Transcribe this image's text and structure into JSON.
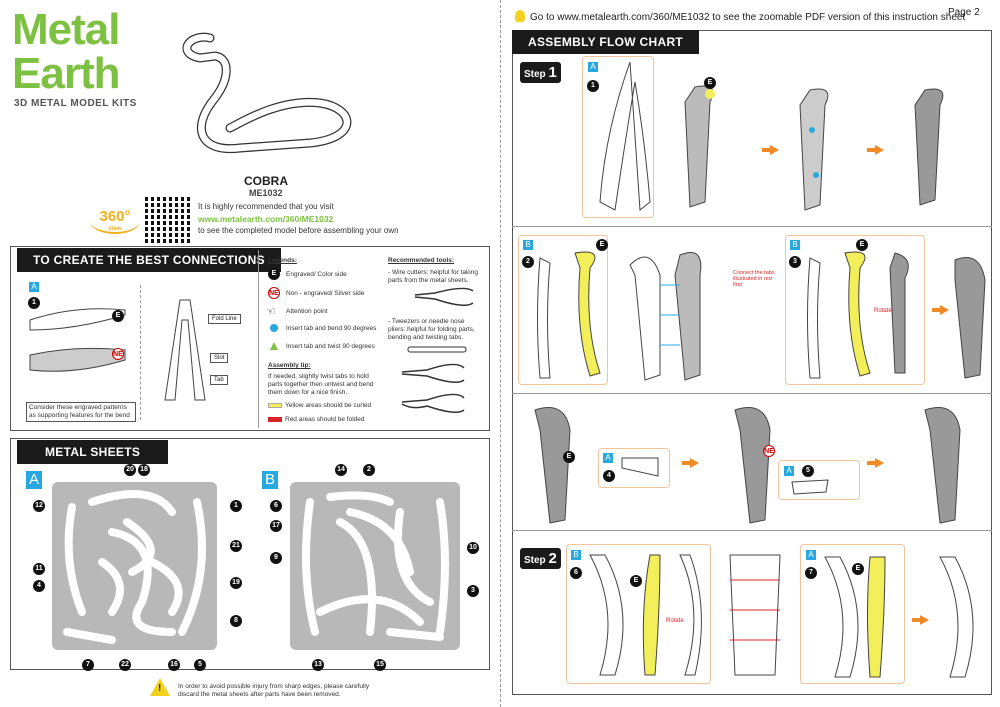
{
  "brand": {
    "line1": "Metal",
    "line2": "Earth",
    "tagline": "3D METAL MODEL KITS",
    "badge_360": "360°",
    "badge_view": "view"
  },
  "model": {
    "name": "COBRA",
    "code": "ME1032",
    "visit_text": "It is highly recommended that you visit",
    "url": "www.metalearth.com/360/ME1032",
    "after_text": "to see the completed model before assembling your own"
  },
  "connections": {
    "title": "TO CREATE THE BEST CONNECTIONS",
    "label_a": "A",
    "num_1": "1",
    "e": "E",
    "ne": "NE",
    "note": "Consider these engraved patterns as supporting features for the bend",
    "fold_line": "Fold Line",
    "slot": "Slot",
    "tab": "Tab",
    "legends_title": "Legends:",
    "legend": [
      "Engraved/ Color side",
      "Non - engraved/ Silver side",
      "Attention point",
      "Insert tab and bend 90 degrees",
      "Insert tab and twist 90 degrees"
    ],
    "tip_title": "Assembly tip:",
    "tip_text": "If needed, slightly twist tabs to hold parts together then untwist and bend them down for a nice finish.",
    "yellow": "Yellow areas should be curled",
    "red": "Red areas should be folded",
    "tools_title": "Recommended tools:",
    "tool1": "- Wire cutters: helpful for taking parts from the metal sheets.",
    "tool2": "- Tweezers or needle nose pliers: helpful for folding parts, bending and twisting tabs."
  },
  "sheets": {
    "title": "METAL SHEETS",
    "a": "A",
    "b": "B",
    "a_nums": [
      "20",
      "18",
      "12",
      "1",
      "21",
      "11",
      "4",
      "19",
      "8",
      "7",
      "22",
      "16",
      "5"
    ],
    "b_nums": [
      "14",
      "2",
      "6",
      "17",
      "10",
      "9",
      "3",
      "13",
      "15"
    ]
  },
  "warning": "In order to avoid possible injury from sharp edges, please carefully discard the metal sheets after parts have been removed.",
  "right": {
    "goto": "Go to www.metalearth.com/360/ME1032 to see the zoomable PDF version of this instruction sheet",
    "page": "Page 2",
    "flow_title": "ASSEMBLY FLOW CHART",
    "step_word": "Step",
    "step1": "1",
    "step2": "2",
    "connect_note": "Connect the tabs illustrated in red first",
    "rotate": "Rotate",
    "labels": {
      "a": "A",
      "b": "B",
      "e": "E",
      "ne": "NE",
      "n1": "1",
      "n2": "2",
      "n3": "3",
      "n4": "4",
      "n5": "5",
      "n6": "6",
      "n7": "7"
    }
  },
  "colors": {
    "green": "#7dc142",
    "orange": "#f08a24",
    "blue": "#29a8e0",
    "yellow": "#f3ef5a",
    "red": "#d8232a"
  }
}
